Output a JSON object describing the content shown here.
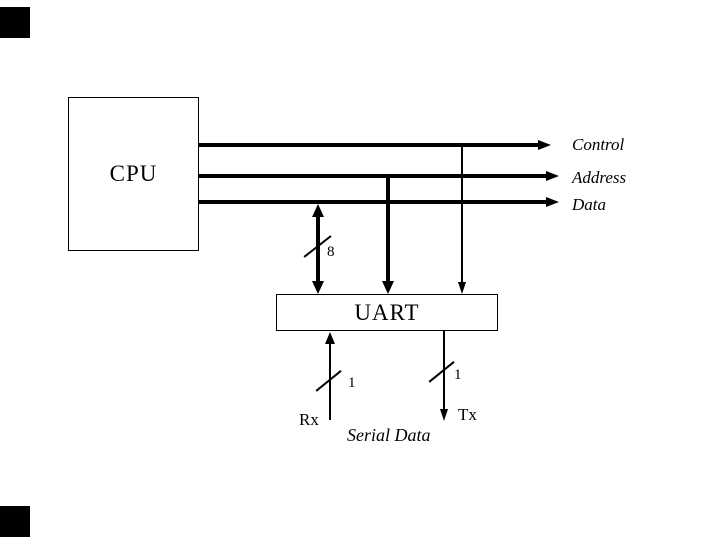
{
  "diagram": {
    "title_implied": "CPU to UART interface block diagram",
    "colors": {
      "ink": "#000000",
      "background": "#ffffff"
    },
    "cpu": {
      "label": "CPU"
    },
    "uart": {
      "label": "UART"
    },
    "buses": {
      "control": {
        "label": "Control"
      },
      "address": {
        "label": "Address"
      },
      "data": {
        "label": "Data"
      }
    },
    "cpu_uart_bus": {
      "width_label": "8"
    },
    "rx": {
      "label": "Rx",
      "width_label": "1"
    },
    "tx": {
      "label": "Tx",
      "width_label": "1"
    },
    "serial_data_label": "Serial Data"
  }
}
